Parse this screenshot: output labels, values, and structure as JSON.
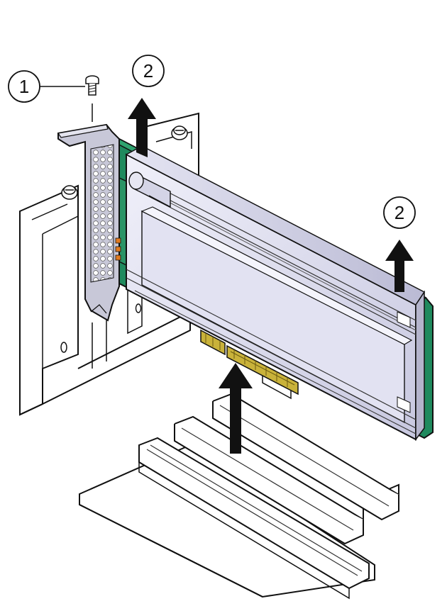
{
  "callouts": [
    {
      "id": "callout-1",
      "label": "1"
    },
    {
      "id": "callout-2a",
      "label": "2"
    },
    {
      "id": "callout-2b",
      "label": "2"
    }
  ],
  "colors": {
    "card_pcb": "#1f8a5e",
    "heatsink": "#dcdcf0",
    "bracket": "#c8c8d8",
    "gold_fingers": "#c9b23a",
    "orange_leds": "#e07a20",
    "arrow": "#111111"
  }
}
